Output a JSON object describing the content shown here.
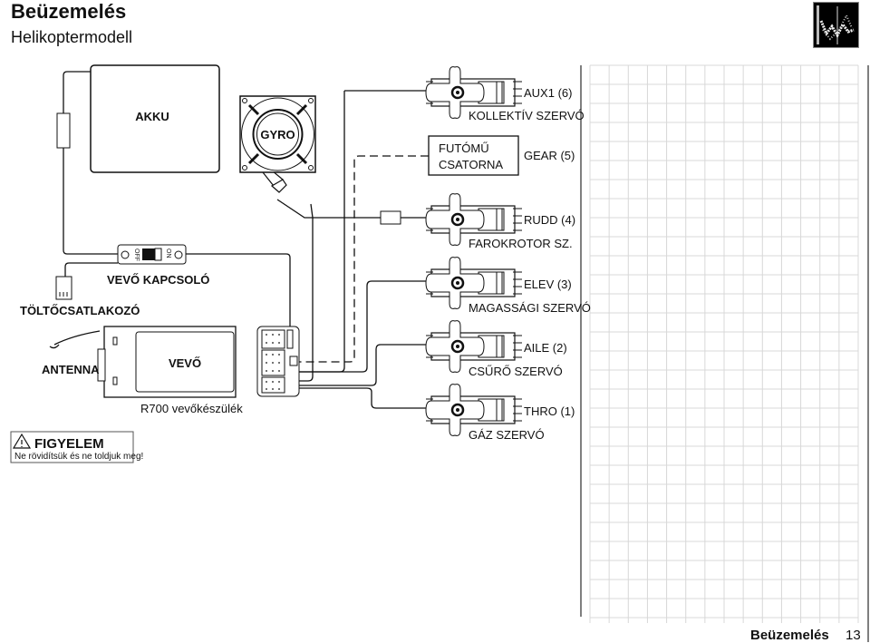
{
  "header": {
    "title": "Beüzemelés",
    "subtitle": "Helikoptermodell"
  },
  "diagram": {
    "akku": "AKKU",
    "gyro": "GYRO",
    "switch_off": "OFF",
    "switch_on": "ON",
    "switch_label": "VEVŐ KAPCSOLÓ",
    "charge_label": "TÖLTŐCSATLAKOZÓ",
    "antenna_label": "ANTENNA",
    "receiver": "VEVŐ",
    "receiver_model": "R700 vevőkészülék",
    "gear_box": [
      "FUTÓMŰ",
      "CSATORNA"
    ],
    "gear_channel": "GEAR (5)",
    "servos": [
      {
        "channel": "AUX1 (6)",
        "name": "KOLLEKTÍV SZERVÓ"
      },
      {
        "channel": "RUDD (4)",
        "name": "FAROKROTOR SZ."
      },
      {
        "channel": "ELEV (3)",
        "name": "MAGASSÁGI SZERVÓ"
      },
      {
        "channel": "AILE (2)",
        "name": "CSŰRŐ SZERVÓ"
      },
      {
        "channel": "THRO (1)",
        "name": "GÁZ SZERVÓ"
      }
    ]
  },
  "warning": {
    "title": "FIGYELEM",
    "text": "Ne rövidítsük és ne toldjuk meg!",
    "icon": "warning-triangle-icon"
  },
  "footer": {
    "section": "Beüzemelés",
    "page": "13"
  }
}
